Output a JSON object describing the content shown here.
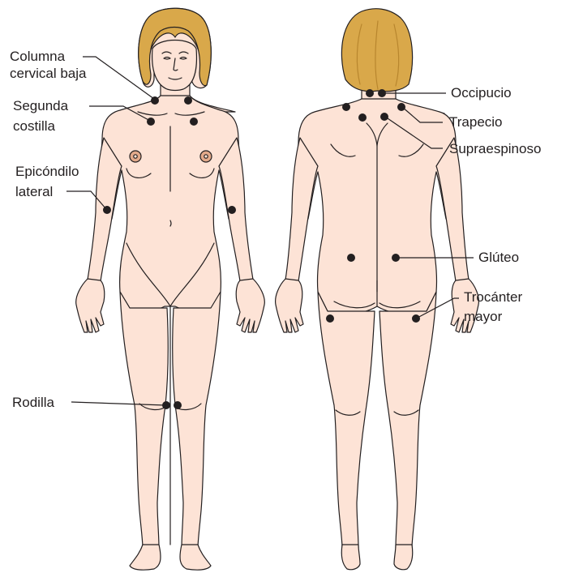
{
  "colors": {
    "skin": "#fde3d6",
    "outline": "#231f20",
    "hair": "#d9a84a",
    "hair_shadow": "#b8862e",
    "areola": "#e2a98a",
    "point": "#231f20",
    "leader": "#231f20"
  },
  "labels_front": {
    "columna_l1": "Columna",
    "columna_l2": "cervical baja",
    "segunda_l1": "Segunda",
    "segunda_l2": "costilla",
    "epicondilo_l1": "Epicóndilo",
    "epicondilo_l2": "lateral",
    "rodilla": "Rodilla"
  },
  "labels_back": {
    "occipucio": "Occipucio",
    "trapecio": "Trapecio",
    "supraespinoso": "Supraespinoso",
    "gluteo": "Glúteo",
    "trocanter_l1": "Trocánter",
    "trocanter_l2": "mayor"
  }
}
